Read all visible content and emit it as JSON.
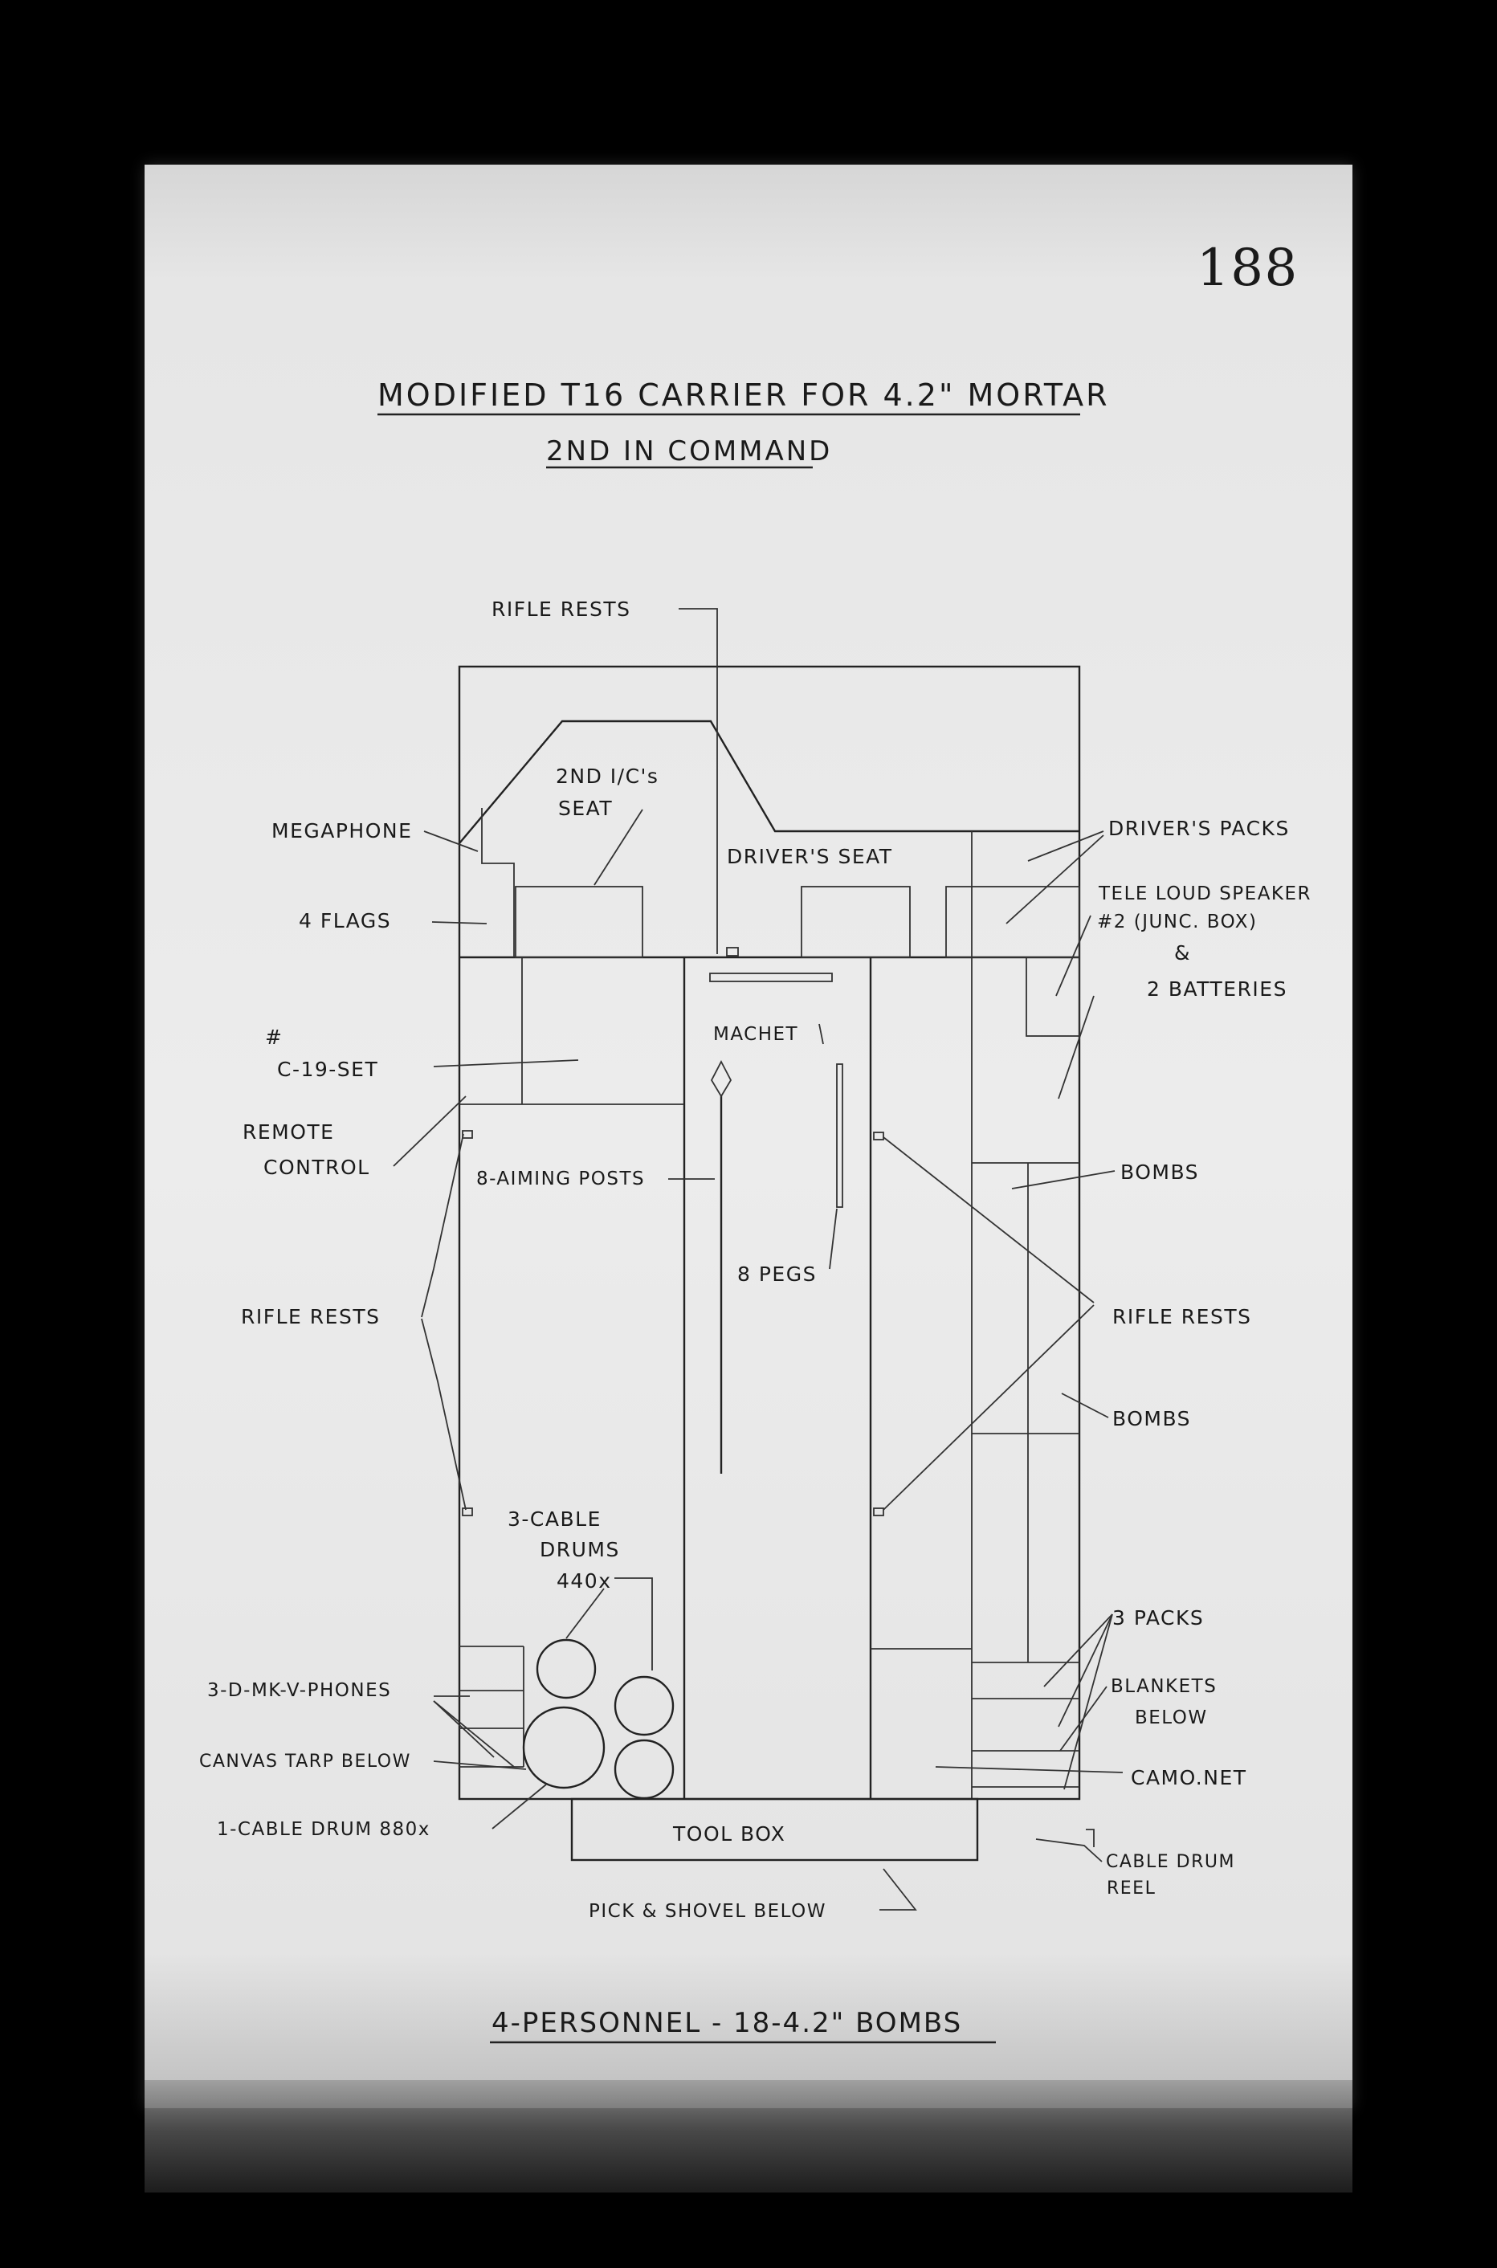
{
  "page_number": "188",
  "title": "MODIFIED T16 CARRIER FOR 4.2\" MORTAR",
  "subtitle": "2ND IN COMMAND",
  "footer": "4-PERSONNEL - 18-4.2\" BOMBS",
  "labels": {
    "rifle_rests_top": "RIFLE RESTS",
    "second_ic_seat_1": "2ND I/C's",
    "second_ic_seat_2": "SEAT",
    "drivers_seat": "DRIVER'S SEAT",
    "megaphone": "MEGAPHONE",
    "four_flags": "4 FLAGS",
    "drivers_packs": "DRIVER'S PACKS",
    "tele_loudspeaker_1": "TELE LOUD SPEAKER",
    "tele_loudspeaker_2": "#2 (JUNC. BOX)",
    "ampersand": "&",
    "two_batteries": "2 BATTERIES",
    "machet": "MACHET",
    "c19_set_1": "#",
    "c19_set_2": "C-19-SET",
    "remote_control_1": "REMOTE",
    "remote_control_2": "CONTROL",
    "aiming_posts": "8-AIMING POSTS",
    "bombs_1": "BOMBS",
    "pegs": "8 PEGS",
    "rifle_rests_left": "RIFLE RESTS",
    "rifle_rests_right": "RIFLE RESTS",
    "bombs_2": "BOMBS",
    "cable_drums_1": "3-CABLE",
    "cable_drums_2": "DRUMS",
    "cable_drums_3": "440x",
    "three_packs": "3 PACKS",
    "blankets_1": "BLANKETS",
    "blankets_2": "BELOW",
    "phones": "3-D-MK-V-PHONES",
    "canvas_tarp": "CANVAS TARP BELOW",
    "camo_net": "CAMO.NET",
    "cable_drum_880": "1-CABLE DRUM 880x",
    "tool_box": "TOOL BOX",
    "cable_drum_reel_1": "CABLE DRUM",
    "cable_drum_reel_2": "REEL",
    "pick_shovel": "PICK & SHOVEL BELOW"
  }
}
